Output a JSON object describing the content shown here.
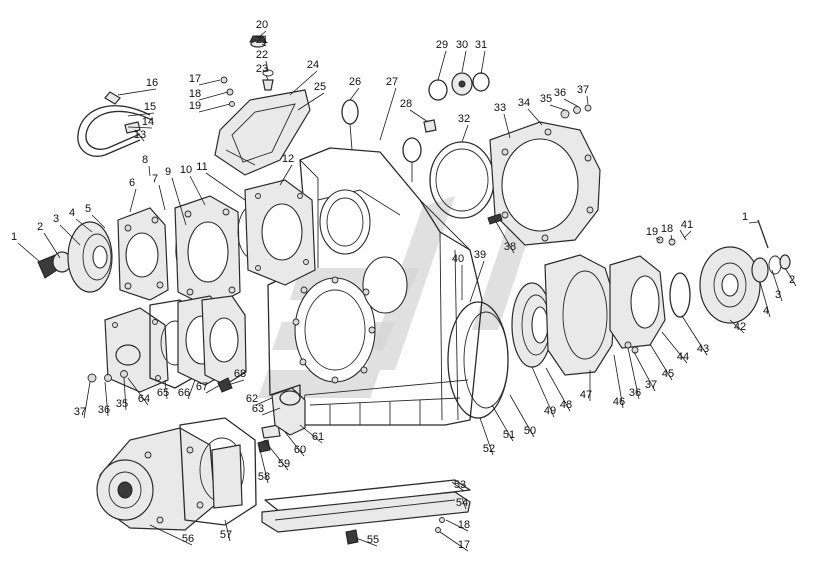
{
  "diagram": {
    "kind": "exploded-assembly",
    "callouts": [
      {
        "text": "1"
      },
      {
        "text": "2"
      },
      {
        "text": "3"
      },
      {
        "text": "4"
      },
      {
        "text": "5"
      },
      {
        "text": "6"
      },
      {
        "text": "7"
      },
      {
        "text": "8"
      },
      {
        "text": "9"
      },
      {
        "text": "10"
      },
      {
        "text": "11"
      },
      {
        "text": "12"
      },
      {
        "text": "13"
      },
      {
        "text": "14"
      },
      {
        "text": "15"
      },
      {
        "text": "16"
      },
      {
        "text": "17"
      },
      {
        "text": "18"
      },
      {
        "text": "19"
      },
      {
        "text": "20"
      },
      {
        "text": "21"
      },
      {
        "text": "22"
      },
      {
        "text": "23"
      },
      {
        "text": "24"
      },
      {
        "text": "25"
      },
      {
        "text": "26"
      },
      {
        "text": "27"
      },
      {
        "text": "28"
      },
      {
        "text": "29"
      },
      {
        "text": "30"
      },
      {
        "text": "31"
      },
      {
        "text": "32"
      },
      {
        "text": "33"
      },
      {
        "text": "34"
      },
      {
        "text": "35"
      },
      {
        "text": "36"
      },
      {
        "text": "37"
      },
      {
        "text": "38"
      },
      {
        "text": "39"
      },
      {
        "text": "40"
      },
      {
        "text": "19"
      },
      {
        "text": "18"
      },
      {
        "text": "41"
      },
      {
        "text": "1"
      },
      {
        "text": "2"
      },
      {
        "text": "3"
      },
      {
        "text": "4"
      },
      {
        "text": "42"
      },
      {
        "text": "43"
      },
      {
        "text": "44"
      },
      {
        "text": "45"
      },
      {
        "text": "37"
      },
      {
        "text": "36"
      },
      {
        "text": "46"
      },
      {
        "text": "47"
      },
      {
        "text": "48"
      },
      {
        "text": "49"
      },
      {
        "text": "50"
      },
      {
        "text": "51"
      },
      {
        "text": "52"
      },
      {
        "text": "53"
      },
      {
        "text": "54"
      },
      {
        "text": "18"
      },
      {
        "text": "17"
      },
      {
        "text": "55"
      },
      {
        "text": "56"
      },
      {
        "text": "57"
      },
      {
        "text": "58"
      },
      {
        "text": "59"
      },
      {
        "text": "60"
      },
      {
        "text": "61"
      },
      {
        "text": "62"
      },
      {
        "text": "63"
      },
      {
        "text": "64"
      },
      {
        "text": "65"
      },
      {
        "text": "66"
      },
      {
        "text": "67"
      },
      {
        "text": "68"
      },
      {
        "text": "37"
      },
      {
        "text": "36"
      },
      {
        "text": "35"
      }
    ]
  },
  "colors": {
    "line": "#2b2b2b",
    "background": "#ffffff",
    "watermark": "#d6d6d6"
  }
}
